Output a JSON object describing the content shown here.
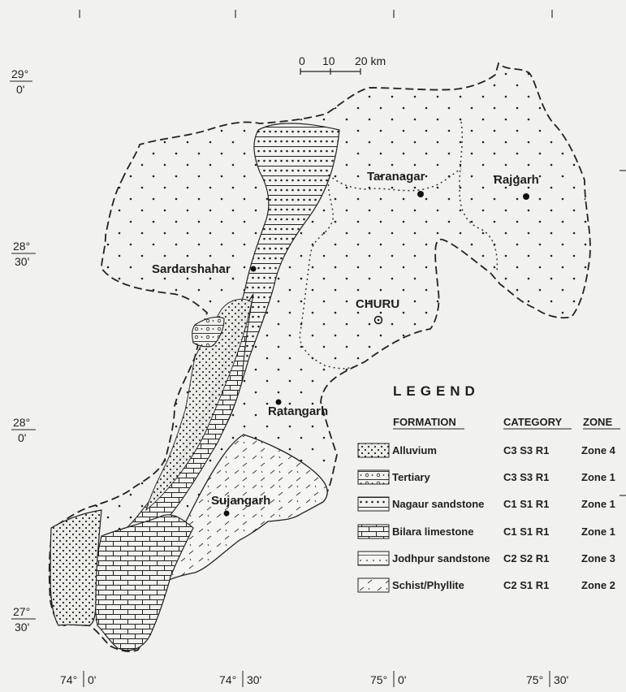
{
  "scale": {
    "ticks": [
      "0",
      "10",
      "20 km"
    ]
  },
  "lat_labels": [
    {
      "deg": "29°",
      "min": "0'"
    },
    {
      "deg": "28°",
      "min": "30'"
    },
    {
      "deg": "28°",
      "min": "0'"
    },
    {
      "deg": "27°",
      "min": "30'"
    }
  ],
  "lon_labels": [
    {
      "deg": "74°",
      "min": "0'"
    },
    {
      "deg": "74°",
      "min": "30'"
    },
    {
      "deg": "75°",
      "min": "0'"
    },
    {
      "deg": "75°",
      "min": "30'"
    }
  ],
  "places": {
    "taranagar": "Taranagar",
    "rajgarh": "Rajgarh",
    "sardarshahar": "Sardarshahar",
    "churu": "CHURU",
    "ratangarh": "Ratangarh",
    "sujangarh": "Sujangarh"
  },
  "legend": {
    "title": "LEGEND",
    "headers": {
      "formation": "FORMATION",
      "category": "CATEGORY",
      "zone": "ZONE"
    },
    "rows": [
      {
        "formation": "Alluvium",
        "category": "C3 S3 R1",
        "zone": "Zone 4",
        "pattern": "alluvium"
      },
      {
        "formation": "Tertiary",
        "category": "C3 S3 R1",
        "zone": "Zone 1",
        "pattern": "tertiary"
      },
      {
        "formation": "Nagaur sandstone",
        "category": "C1 S1 R1",
        "zone": "Zone 1",
        "pattern": "nagaur"
      },
      {
        "formation": "Bilara limestone",
        "category": "C1 S1 R1",
        "zone": "Zone 1",
        "pattern": "bilara"
      },
      {
        "formation": "Jodhpur sandstone",
        "category": "C2 S2 R1",
        "zone": "Zone 3",
        "pattern": "jodhpur"
      },
      {
        "formation": "Schist/Phyllite",
        "category": "C2 S1 R1",
        "zone": "Zone 2",
        "pattern": "schist"
      }
    ]
  },
  "colors": {
    "ink": "#1f1f1f",
    "paper": "#f1f1ef"
  }
}
